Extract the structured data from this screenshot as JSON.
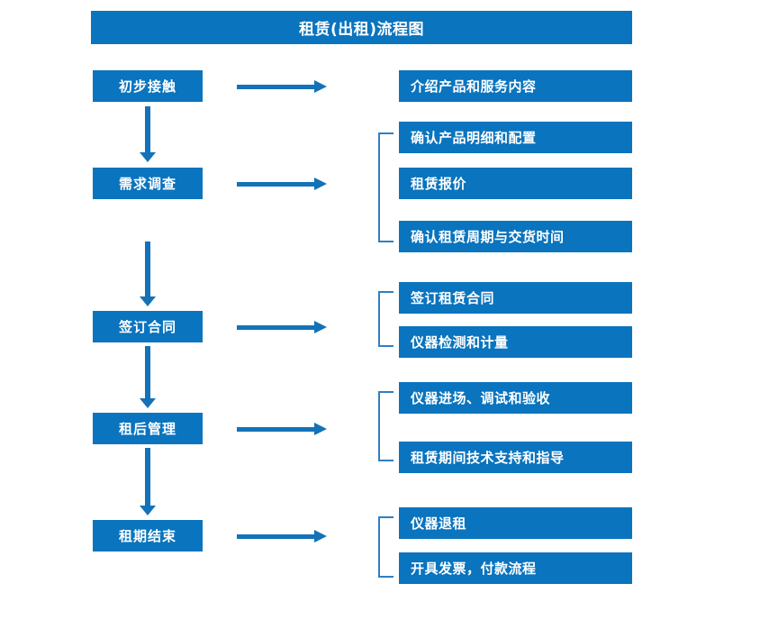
{
  "diagram": {
    "title": "租赁(出租)流程图",
    "theme": {
      "box_fill": "#0A74BE",
      "box_text": "#FFFFFF",
      "arrow": "#1372B8",
      "bracket": "#2E7FC4",
      "background": "#FFFFFF"
    },
    "stages": [
      {
        "id": "stage-1",
        "label": "初步接触",
        "arrow_name": "arrow-to-details-1",
        "has_bracket": false,
        "details": [
          {
            "id": "detail-1-1",
            "label": "介绍产品和服务内容"
          }
        ]
      },
      {
        "id": "stage-2",
        "label": "需求调查",
        "arrow_name": "arrow-to-details-2",
        "has_bracket": true,
        "details": [
          {
            "id": "detail-2-1",
            "label": "确认产品明细和配置"
          },
          {
            "id": "detail-2-2",
            "label": "租赁报价"
          },
          {
            "id": "detail-2-3",
            "label": "确认租赁周期与交货时间"
          }
        ]
      },
      {
        "id": "stage-3",
        "label": "签订合同",
        "arrow_name": "arrow-to-details-3",
        "has_bracket": true,
        "details": [
          {
            "id": "detail-3-1",
            "label": "签订租赁合同"
          },
          {
            "id": "detail-3-2",
            "label": "仪器检测和计量"
          }
        ]
      },
      {
        "id": "stage-4",
        "label": "租后管理",
        "arrow_name": "arrow-to-details-4",
        "has_bracket": true,
        "details": [
          {
            "id": "detail-4-1",
            "label": "仪器进场、调试和验收"
          },
          {
            "id": "detail-4-2",
            "label": "租赁期间技术支持和指导"
          }
        ]
      },
      {
        "id": "stage-5",
        "label": "租期结束",
        "arrow_name": "arrow-to-details-5",
        "has_bracket": true,
        "details": [
          {
            "id": "detail-5-1",
            "label": "仪器退租"
          },
          {
            "id": "detail-5-2",
            "label": "开具发票，付款流程"
          }
        ]
      }
    ],
    "flow_connectors": [
      {
        "id": "connector-1-2",
        "from": "初步接触",
        "to": "需求调查"
      },
      {
        "id": "connector-2-3",
        "from": "需求调查",
        "to": "签订合同"
      },
      {
        "id": "connector-3-4",
        "from": "签订合同",
        "to": "租后管理"
      },
      {
        "id": "connector-4-5",
        "from": "租后管理",
        "to": "租期结束"
      }
    ]
  }
}
